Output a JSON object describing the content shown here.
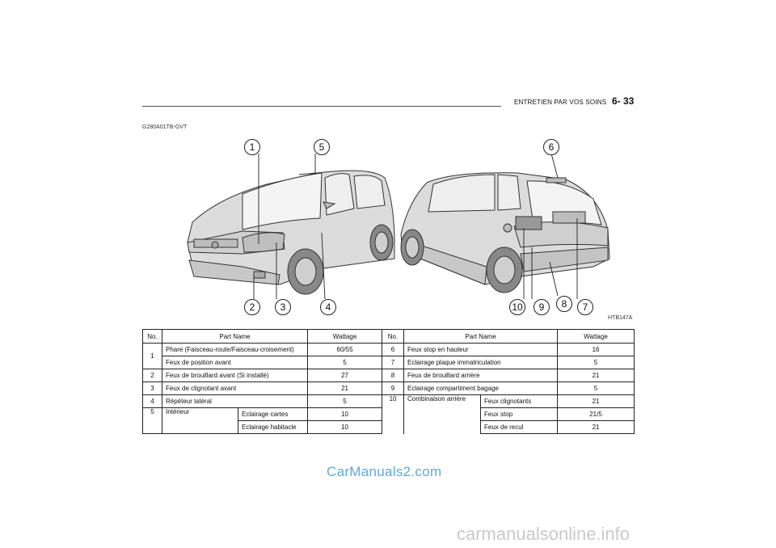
{
  "header": {
    "section_title": "ENTRETIEN PAR VOS SOINS",
    "page_number": "6- 33"
  },
  "doc_code": "G280A01TB-GVT",
  "figure_code": "HTB147A",
  "callouts": [
    "1",
    "5",
    "6",
    "2",
    "3",
    "4",
    "10",
    "9",
    "8",
    "7"
  ],
  "table": {
    "headers": {
      "no": "No.",
      "part_name": "Part Name",
      "wattage": "Wattage"
    },
    "left": {
      "r1": {
        "no": "1",
        "name": "Phare (Faisceau-route/Faisceau-croisement)",
        "watt": "60/55"
      },
      "r1b": {
        "name": "Feux de position avant",
        "watt": "5"
      },
      "r2": {
        "no": "2",
        "name": "Feux de brouillard avant (Si installé)",
        "watt": "27"
      },
      "r3": {
        "no": "3",
        "name": "Feux de clignotant avant",
        "watt": "21"
      },
      "r4": {
        "no": "4",
        "name": "Répéteur latéral",
        "watt": "5"
      },
      "r5": {
        "no": "5",
        "name": "Intérieur",
        "sub1": "Eclairage cartes",
        "watt1": "10",
        "sub2": "Eclairage habitacle",
        "watt2": "10"
      }
    },
    "right": {
      "r6": {
        "no": "6",
        "name": "Feux stop en hauteur",
        "watt": "16"
      },
      "r7": {
        "no": "7",
        "name": "Eclairage plaque immatriculation",
        "watt": "5"
      },
      "r8": {
        "no": "8",
        "name": "Feux de brouillard arrière",
        "watt": "21"
      },
      "r9": {
        "no": "9",
        "name": "Eclairage compartiment bagage",
        "watt": "5"
      },
      "r10": {
        "no": "10",
        "name": "Combinaison arrière",
        "sub1": "Feux clignotants",
        "watt1": "21",
        "sub2": "Feux stop",
        "watt2": "21/5",
        "sub3": "Feux de recul",
        "watt3": "21"
      }
    }
  },
  "watermarks": {
    "primary": "CarManuals2.com",
    "secondary": "carmanualsonline.info"
  }
}
